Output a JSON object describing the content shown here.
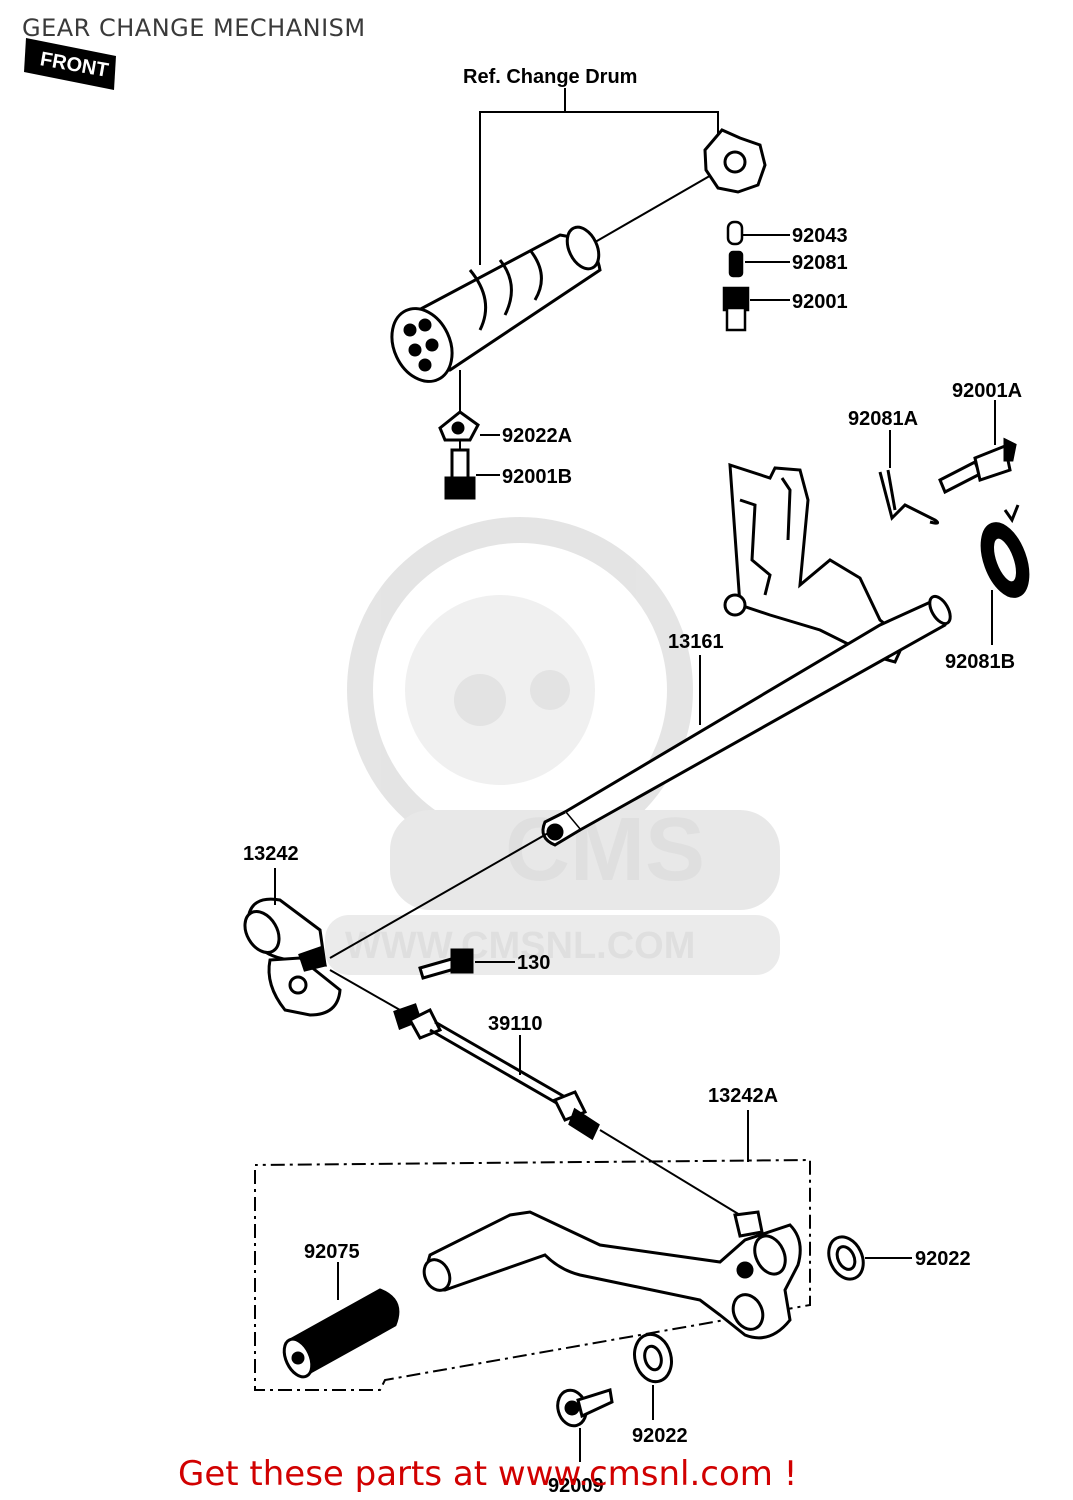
{
  "header": {
    "title": "GEAR CHANGE MECHANISM",
    "front_tag": "FRONT"
  },
  "watermark": {
    "logo_text": "CMS",
    "url_text": "WWW.CMSNL.COM"
  },
  "diagram": {
    "ref_label": "Ref. Change Drum",
    "parts": {
      "p92043": "92043",
      "p92081": "92081",
      "p92001": "92001",
      "p92022A": "92022A",
      "p92001B": "92001B",
      "p92081A": "92081A",
      "p92001A": "92001A",
      "p92081B": "92081B",
      "p13161": "13161",
      "p13242": "13242",
      "p130": "130",
      "p39110": "39110",
      "p13242A": "13242A",
      "p92075": "92075",
      "p92022_a": "92022",
      "p92022_b": "92022",
      "p92009": "92009"
    }
  },
  "footer": {
    "link_text": "Get these parts at www.cmsnl.com !",
    "link_color": "#d10000"
  }
}
